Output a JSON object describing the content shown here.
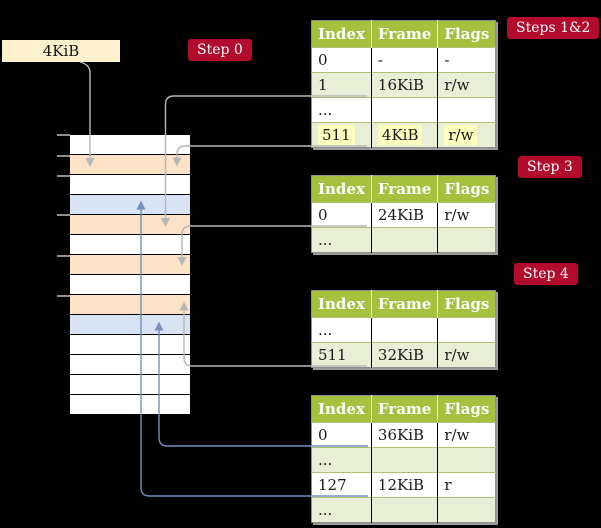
{
  "labels": {
    "frame_box": "4KiB",
    "step0": "Step 0",
    "steps12": "Steps 1&2",
    "step3": "Step 3",
    "step4": "Step 4"
  },
  "colors": {
    "background": "#000000",
    "table_header_bg": "#a6c13d",
    "table_row_alt_bg": "#e9eed7",
    "highlight_yellow": "#fdfdbd",
    "label_red_bg": "#b30b2c",
    "frame_box_bg": "#fdf0cd",
    "memory_table_row": "#fce3c7",
    "memory_page_row": "#d8e4f4",
    "memory_free_row": "#ffffff",
    "gray_connector": "#b8b8b8",
    "blue_connector": "#7590bd"
  },
  "page_tables": [
    {
      "name": "page-table-steps-1-2",
      "headers": [
        "Index",
        "Frame",
        "Flags"
      ],
      "rows": [
        {
          "cells": [
            "0",
            "-",
            "-"
          ],
          "shaded": false,
          "highlighted": false
        },
        {
          "cells": [
            "1",
            "16KiB",
            "r/w"
          ],
          "shaded": true,
          "highlighted": false
        },
        {
          "cells": [
            "...",
            "",
            ""
          ],
          "shaded": false,
          "highlighted": false
        },
        {
          "cells": [
            "511",
            "4KiB",
            "r/w"
          ],
          "shaded": true,
          "highlighted": true
        }
      ]
    },
    {
      "name": "page-table-step-3",
      "headers": [
        "Index",
        "Frame",
        "Flags"
      ],
      "rows": [
        {
          "cells": [
            "0",
            "24KiB",
            "r/w"
          ],
          "shaded": false,
          "highlighted": false
        },
        {
          "cells": [
            "...",
            "",
            ""
          ],
          "shaded": true,
          "highlighted": false
        }
      ]
    },
    {
      "name": "page-table-step-4",
      "headers": [
        "Index",
        "Frame",
        "Flags"
      ],
      "rows": [
        {
          "cells": [
            "...",
            "",
            ""
          ],
          "shaded": false,
          "highlighted": false
        },
        {
          "cells": [
            "511",
            "32KiB",
            "r/w"
          ],
          "shaded": true,
          "highlighted": false
        }
      ]
    },
    {
      "name": "page-table-final",
      "headers": [
        "Index",
        "Frame",
        "Flags"
      ],
      "rows": [
        {
          "cells": [
            "0",
            "36KiB",
            "r/w"
          ],
          "shaded": false,
          "highlighted": false
        },
        {
          "cells": [
            "...",
            "",
            ""
          ],
          "shaded": true,
          "highlighted": false
        },
        {
          "cells": [
            "127",
            "12KiB",
            "r"
          ],
          "shaded": false,
          "highlighted": false
        },
        {
          "cells": [
            "...",
            "",
            ""
          ],
          "shaded": true,
          "highlighted": false
        }
      ]
    }
  ],
  "memory": {
    "rows": [
      "free",
      "table",
      "free",
      "page",
      "table",
      "free",
      "table",
      "free",
      "table",
      "page",
      "free",
      "free",
      "free",
      "free"
    ]
  }
}
